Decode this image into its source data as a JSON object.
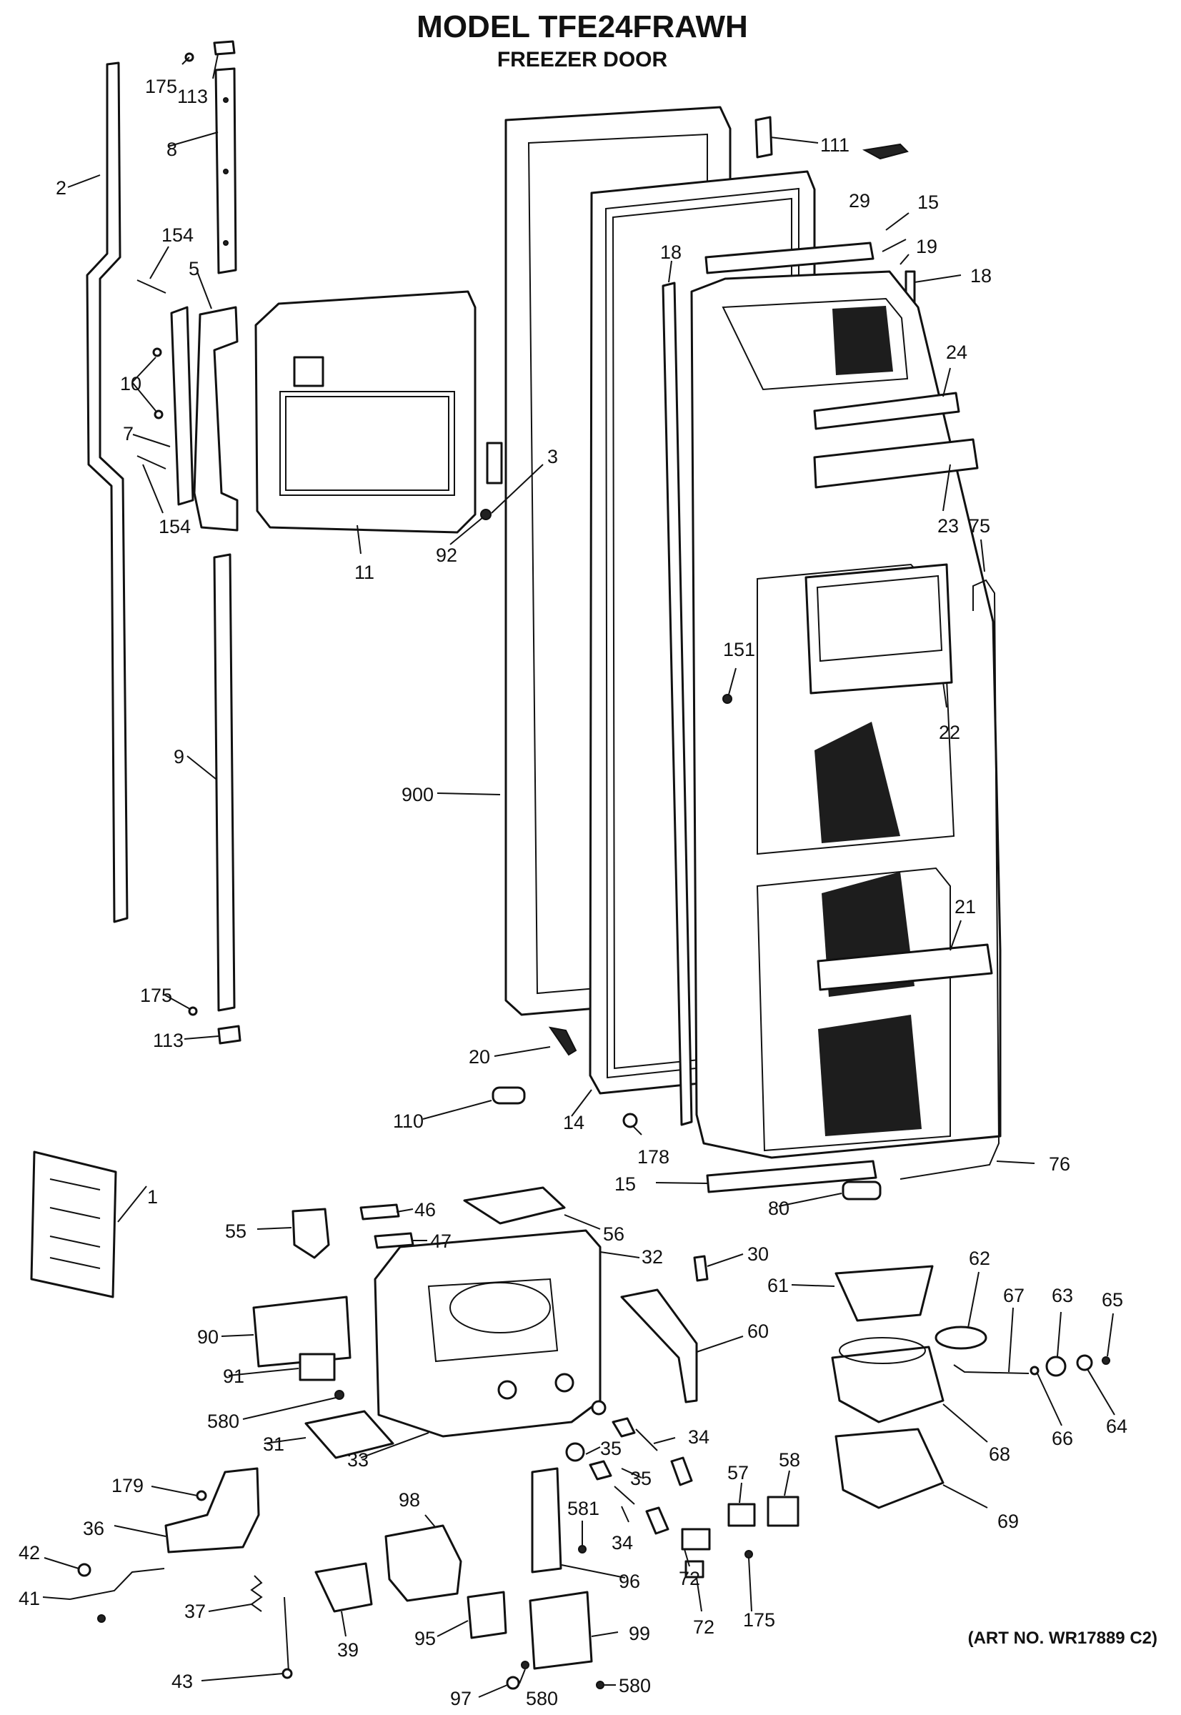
{
  "title": "MODEL TFE24FRAWH",
  "subtitle": "FREEZER DOOR",
  "art_number": "(ART NO. WR17889 C2)",
  "callouts": [
    {
      "id": "175a",
      "text": "175"
    },
    {
      "id": "113a",
      "text": "113"
    },
    {
      "id": "8",
      "text": "8"
    },
    {
      "id": "2",
      "text": "2"
    },
    {
      "id": "154a",
      "text": "154"
    },
    {
      "id": "5",
      "text": "5"
    },
    {
      "id": "10",
      "text": "10"
    },
    {
      "id": "7",
      "text": "7"
    },
    {
      "id": "154b",
      "text": "154"
    },
    {
      "id": "11",
      "text": "11"
    },
    {
      "id": "3",
      "text": "3"
    },
    {
      "id": "92",
      "text": "92"
    },
    {
      "id": "111",
      "text": "111"
    },
    {
      "id": "29",
      "text": "29"
    },
    {
      "id": "15a",
      "text": "15"
    },
    {
      "id": "19",
      "text": "19"
    },
    {
      "id": "18a",
      "text": "18"
    },
    {
      "id": "18b",
      "text": "18"
    },
    {
      "id": "24",
      "text": "24"
    },
    {
      "id": "23",
      "text": "23"
    },
    {
      "id": "75",
      "text": "75"
    },
    {
      "id": "151",
      "text": "151"
    },
    {
      "id": "22",
      "text": "22"
    },
    {
      "id": "9",
      "text": "9"
    },
    {
      "id": "900",
      "text": "900"
    },
    {
      "id": "21",
      "text": "21"
    },
    {
      "id": "175b",
      "text": "175"
    },
    {
      "id": "113b",
      "text": "113"
    },
    {
      "id": "20",
      "text": "20"
    },
    {
      "id": "110",
      "text": "110"
    },
    {
      "id": "14",
      "text": "14"
    },
    {
      "id": "178",
      "text": "178"
    },
    {
      "id": "76",
      "text": "76"
    },
    {
      "id": "15b",
      "text": "15"
    },
    {
      "id": "80",
      "text": "80"
    },
    {
      "id": "1",
      "text": "1"
    },
    {
      "id": "46",
      "text": "46"
    },
    {
      "id": "55",
      "text": "55"
    },
    {
      "id": "47",
      "text": "47"
    },
    {
      "id": "56",
      "text": "56"
    },
    {
      "id": "32",
      "text": "32"
    },
    {
      "id": "30",
      "text": "30"
    },
    {
      "id": "62",
      "text": "62"
    },
    {
      "id": "61",
      "text": "61"
    },
    {
      "id": "67",
      "text": "67"
    },
    {
      "id": "63",
      "text": "63"
    },
    {
      "id": "65",
      "text": "65"
    },
    {
      "id": "90",
      "text": "90"
    },
    {
      "id": "60",
      "text": "60"
    },
    {
      "id": "91",
      "text": "91"
    },
    {
      "id": "66",
      "text": "66"
    },
    {
      "id": "64",
      "text": "64"
    },
    {
      "id": "580a",
      "text": "580"
    },
    {
      "id": "31",
      "text": "31"
    },
    {
      "id": "33",
      "text": "33"
    },
    {
      "id": "35a",
      "text": "35"
    },
    {
      "id": "34a",
      "text": "34"
    },
    {
      "id": "68",
      "text": "68"
    },
    {
      "id": "35b",
      "text": "35"
    },
    {
      "id": "57",
      "text": "57"
    },
    {
      "id": "58",
      "text": "58"
    },
    {
      "id": "179",
      "text": "179"
    },
    {
      "id": "98",
      "text": "98"
    },
    {
      "id": "581",
      "text": "581"
    },
    {
      "id": "36",
      "text": "36"
    },
    {
      "id": "34b",
      "text": "34"
    },
    {
      "id": "69",
      "text": "69"
    },
    {
      "id": "42",
      "text": "42"
    },
    {
      "id": "72a",
      "text": "72"
    },
    {
      "id": "96",
      "text": "96"
    },
    {
      "id": "41",
      "text": "41"
    },
    {
      "id": "37",
      "text": "37"
    },
    {
      "id": "72b",
      "text": "72"
    },
    {
      "id": "175c",
      "text": "175"
    },
    {
      "id": "39",
      "text": "39"
    },
    {
      "id": "95",
      "text": "95"
    },
    {
      "id": "99",
      "text": "99"
    },
    {
      "id": "43",
      "text": "43"
    },
    {
      "id": "580b",
      "text": "580"
    },
    {
      "id": "97",
      "text": "97"
    },
    {
      "id": "580c",
      "text": "580"
    }
  ]
}
